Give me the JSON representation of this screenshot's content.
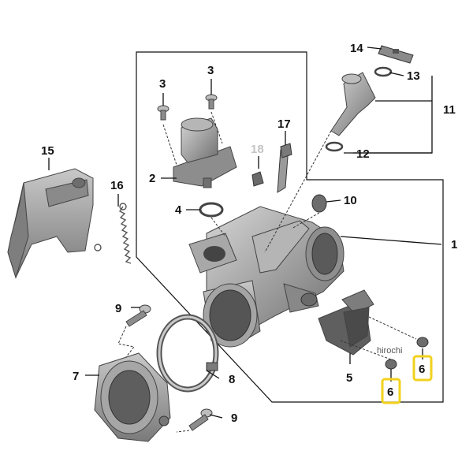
{
  "callouts": {
    "c1": "1",
    "c2": "2",
    "c3a": "3",
    "c3b": "3",
    "c4": "4",
    "c5": "5",
    "c6a": "6",
    "c6b": "6",
    "c7": "7",
    "c8": "8",
    "c9a": "9",
    "c9b": "9",
    "c10": "10",
    "c11": "11",
    "c12": "12",
    "c13": "13",
    "c14": "14",
    "c15": "15",
    "c16": "16",
    "c17": "17",
    "c18": "18"
  },
  "watermark": "hirochi",
  "colors": {
    "highlight": "#f2d11d",
    "part_fill": "#9a9a9a",
    "part_dark": "#6d6d6d",
    "part_light": "#c9c9c9",
    "muted_callout": "#c4c4c4"
  }
}
